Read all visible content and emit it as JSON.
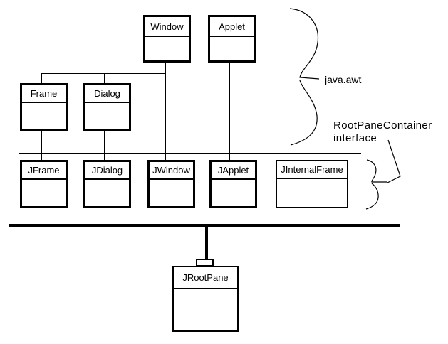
{
  "classes": {
    "window": {
      "label": "Window"
    },
    "applet": {
      "label": "Applet"
    },
    "frame": {
      "label": "Frame"
    },
    "dialog": {
      "label": "Dialog"
    },
    "jframe": {
      "label": "JFrame"
    },
    "jdialog": {
      "label": "JDialog"
    },
    "jwindow": {
      "label": "JWindow"
    },
    "japplet": {
      "label": "JApplet"
    },
    "jinternalframe": {
      "label": "JInternalFrame"
    },
    "jrootpane": {
      "label": "JRootPane"
    }
  },
  "annotations": {
    "package_label": "java.awt",
    "interface_label_line1": "RootPaneContainer",
    "interface_label_line2": "interface"
  },
  "colors": {
    "line": "#000000",
    "background": "#ffffff"
  }
}
